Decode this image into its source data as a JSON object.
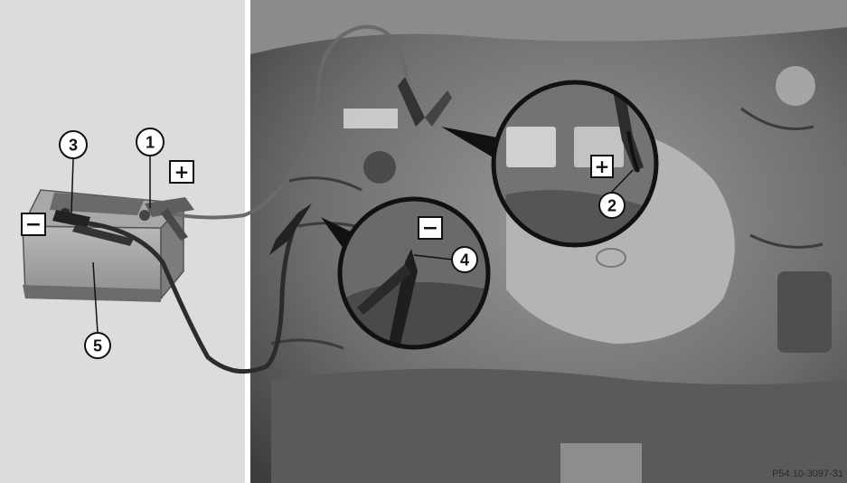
{
  "callouts": {
    "c1": "1",
    "c2": "2",
    "c3": "3",
    "c4": "4",
    "c5": "5"
  },
  "signs": {
    "battery_plus": "+",
    "battery_minus": "−",
    "terminal_plus": "+",
    "ground_minus": "−"
  },
  "reference_code": "P54.10-3097-31"
}
